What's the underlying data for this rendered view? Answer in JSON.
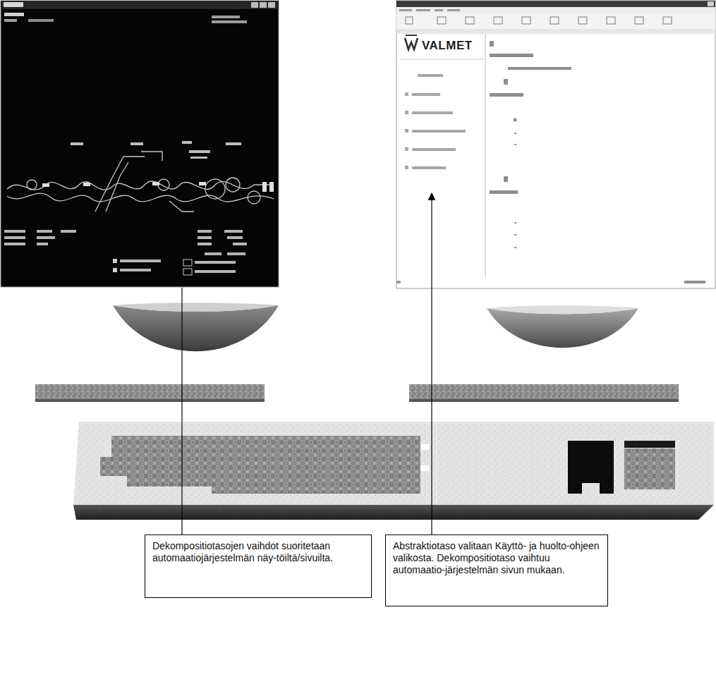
{
  "diagram": {
    "nodes": [
      {
        "text": [
          "Dekompositiotasojen vaihdot suoritetaan automaatiojärjestelmän näy-töiltä/sivuilta."
        ]
      },
      {
        "text": [
          "Abstraktiotaso valitaan Käyttö- ja huolto-ohjeen valikosta. Dekompositiotaso vaihtuu automaatio-järjestelmän sivun mukaan."
        ]
      }
    ],
    "labels": [
      "VALMET"
    ]
  }
}
